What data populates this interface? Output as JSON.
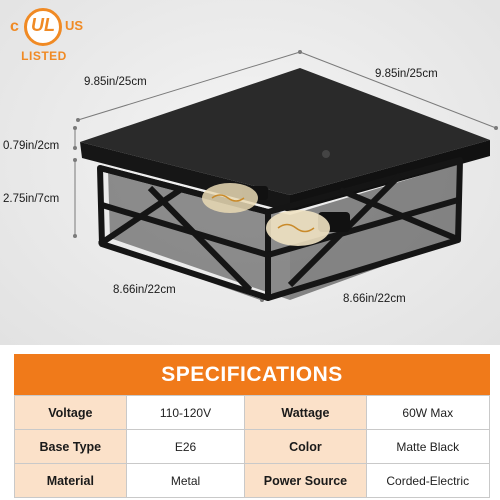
{
  "badge": {
    "c": "c",
    "ul": "UL",
    "us": "US",
    "listed": "LISTED"
  },
  "dimensions": {
    "top_left_width": "9.85in/25cm",
    "top_right_width": "9.85in/25cm",
    "canopy_height": "0.79in/2cm",
    "body_height": "2.75in/7cm",
    "bottom_left_width": "8.66in/22cm",
    "bottom_right_width": "8.66in/22cm"
  },
  "colors": {
    "accent": "#f07a1a",
    "label_bg": "#fbe1c9",
    "fixture": "#1e1e1e"
  },
  "specifications": {
    "title": "SPECIFICATIONS",
    "rows": [
      {
        "k1": "Voltage",
        "v1": "110-120V",
        "k2": "Wattage",
        "v2": "60W Max"
      },
      {
        "k1": "Base Type",
        "v1": "E26",
        "k2": "Color",
        "v2": "Matte Black"
      },
      {
        "k1": "Material",
        "v1": "Metal",
        "k2": "Power Source",
        "v2": "Corded-Electric"
      }
    ]
  }
}
